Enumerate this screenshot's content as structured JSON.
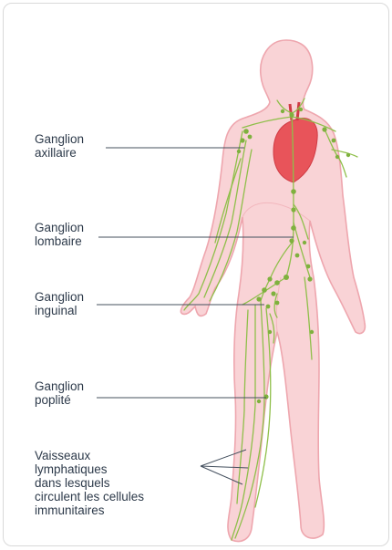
{
  "labels": {
    "axillary": [
      "Ganglion",
      "axillaire"
    ],
    "lumbar": [
      "Ganglion",
      "lombaire"
    ],
    "inguinal": [
      "Ganglion",
      "inguinal"
    ],
    "popliteal": [
      "Ganglion",
      "poplité"
    ],
    "vessels": [
      "Vaisseaux",
      "lymphatiques",
      "dans lesquels",
      "circulent les cellules",
      "immunitaires"
    ]
  },
  "colors": {
    "body_fill": "#f9d3d6",
    "body_outline": "#eea6ae",
    "heart": "#e8545a",
    "lymph": "#8fbf4a",
    "node": "#7fb13e",
    "leader": "#44505e"
  }
}
